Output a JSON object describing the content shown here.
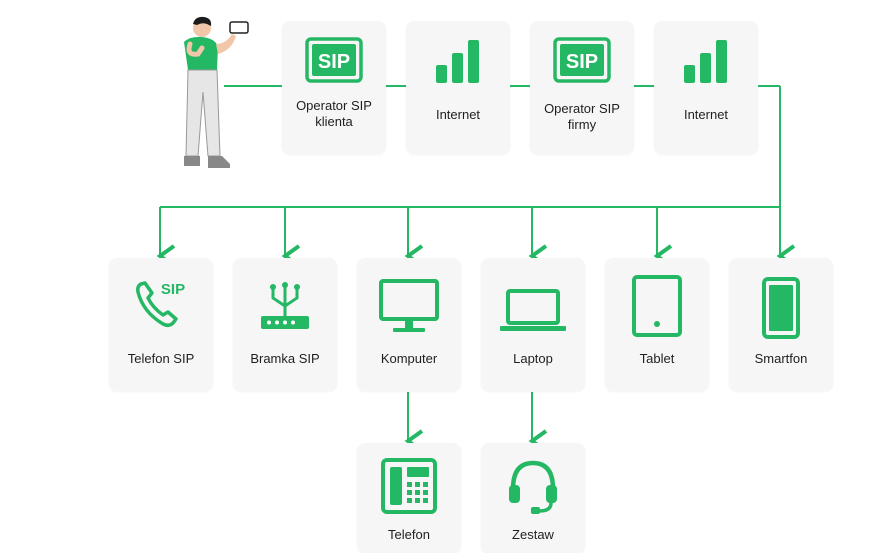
{
  "colors": {
    "accent": "#25b864",
    "card": "#f6f6f6",
    "text": "#1f1f1f"
  },
  "top_row": [
    {
      "label": "Operator SIP\nklienta",
      "icon": "sip-icon"
    },
    {
      "label": "Internet",
      "icon": "signal-bars-icon"
    },
    {
      "label": "Operator SIP\nfirmy",
      "icon": "sip-icon"
    },
    {
      "label": "Internet",
      "icon": "signal-bars-icon"
    }
  ],
  "middle_row": [
    {
      "label": "Telefon SIP",
      "icon": "sip-phone-icon"
    },
    {
      "label": "Bramka SIP",
      "icon": "router-icon"
    },
    {
      "label": "Komputer",
      "icon": "monitor-icon"
    },
    {
      "label": "Laptop",
      "icon": "laptop-icon"
    },
    {
      "label": "Tablet",
      "icon": "tablet-icon"
    },
    {
      "label": "Smartfon",
      "icon": "smartphone-icon"
    }
  ],
  "bottom_row": [
    {
      "label": "Telefon",
      "icon": "desk-phone-icon"
    },
    {
      "label": "Zestaw",
      "icon": "headset-icon"
    }
  ]
}
